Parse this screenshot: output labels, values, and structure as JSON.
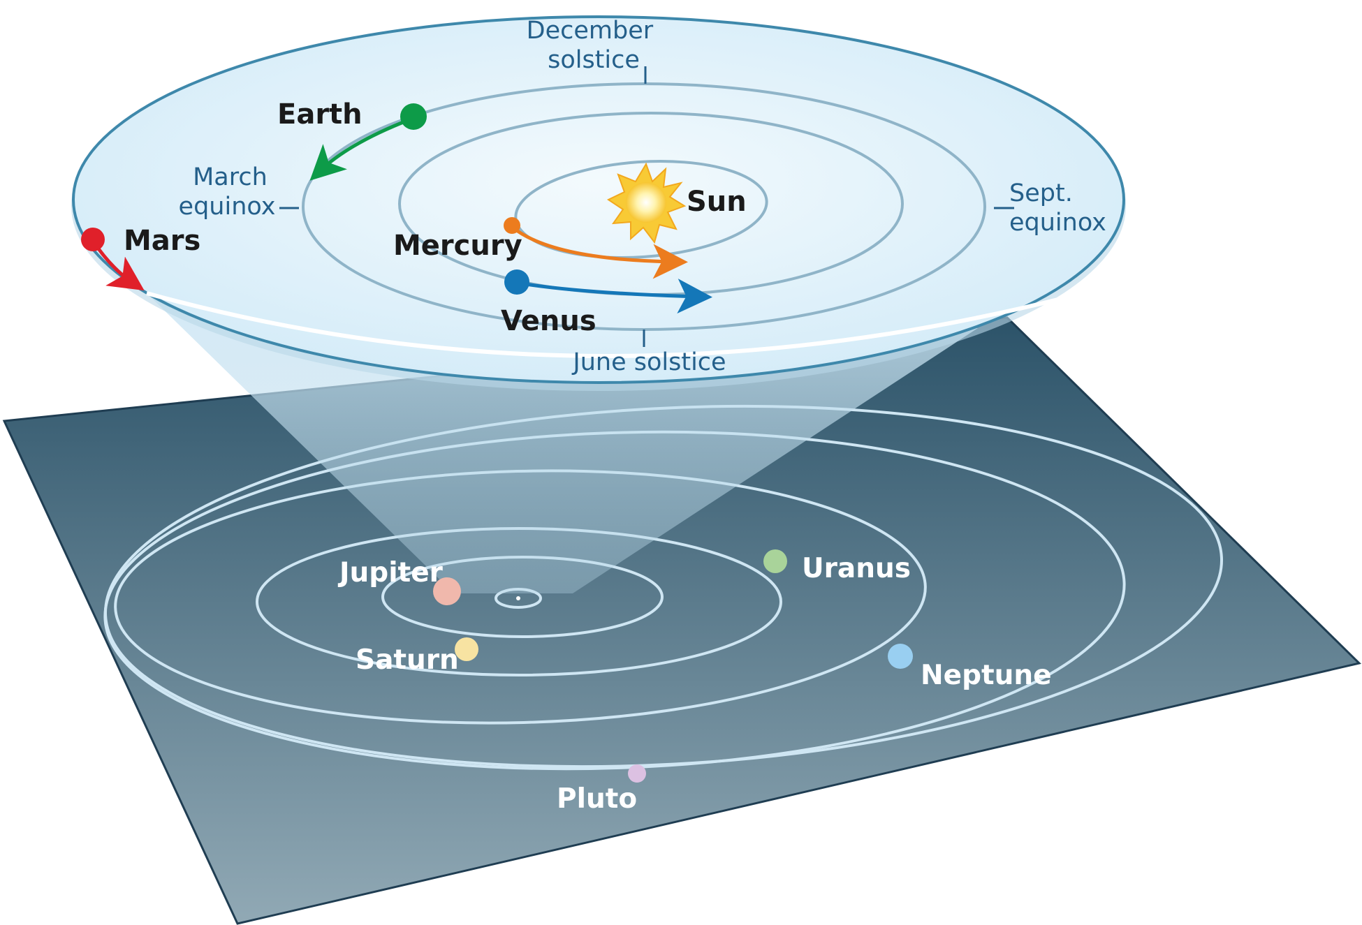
{
  "inner_system": {
    "sun": {
      "label": "Sun"
    },
    "planets": [
      {
        "key": "mercury",
        "label": "Mercury",
        "color": "#ec7c1e"
      },
      {
        "key": "venus",
        "label": "Venus",
        "color": "#1477b8"
      },
      {
        "key": "earth",
        "label": "Earth",
        "color": "#0d9b48"
      },
      {
        "key": "mars",
        "label": "Mars",
        "color": "#e0202a"
      }
    ],
    "markers": {
      "december": [
        "December",
        "solstice"
      ],
      "june": "June solstice",
      "march": [
        "March",
        "equinox"
      ],
      "sept": [
        "Sept.",
        "equinox"
      ]
    }
  },
  "outer_system": {
    "planets": [
      {
        "key": "jupiter",
        "label": "Jupiter",
        "color": "#f0b8ac"
      },
      {
        "key": "saturn",
        "label": "Saturn",
        "color": "#f7e3a2"
      },
      {
        "key": "uranus",
        "label": "Uranus",
        "color": "#a9d39a"
      },
      {
        "key": "neptune",
        "label": "Neptune",
        "color": "#99cff1"
      },
      {
        "key": "pluto",
        "label": "Pluto",
        "color": "#dcc1e2"
      }
    ]
  },
  "colors": {
    "plane_top": "#2c5369",
    "plane_bottom": "#91a9b5",
    "disc_fill": "#daeef9",
    "disc_rim": "#3e88ab",
    "inner_orbit": "#8fb4c8",
    "outer_orbit": "#cfe6f3"
  }
}
